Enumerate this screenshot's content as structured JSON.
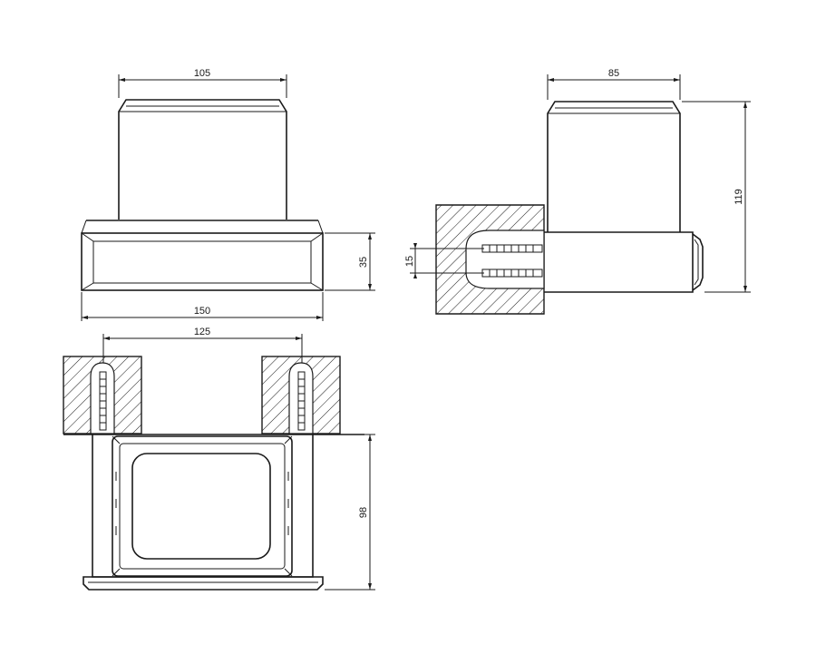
{
  "dimensions": {
    "top_width": "105",
    "base_width": "150",
    "base_height": "35",
    "side_depth": "85",
    "total_height": "119",
    "screw_spacing": "15",
    "plan_screw_spacing": "125",
    "plan_depth": "98"
  },
  "colors": {
    "line": "#1a1a1a",
    "background": "#ffffff"
  }
}
